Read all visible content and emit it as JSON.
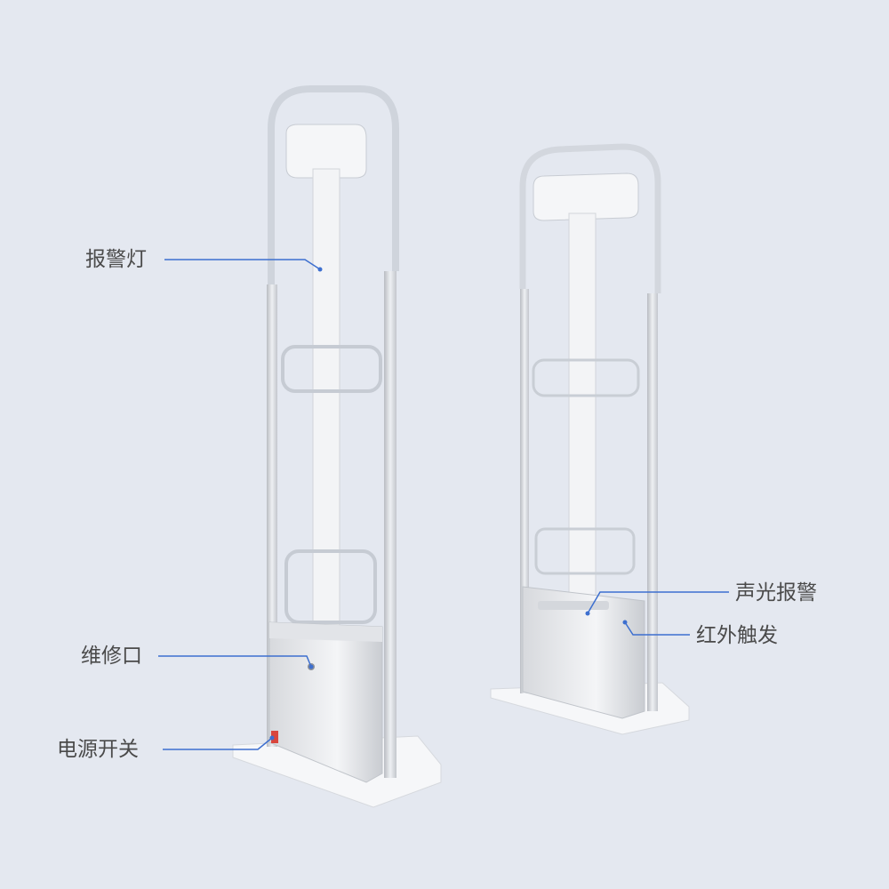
{
  "labels": {
    "alarm_light": "报警灯",
    "maintenance_port": "维修口",
    "power_switch": "电源开关",
    "sound_light_alarm": "声光报警",
    "infrared_trigger": "红外触发"
  },
  "colors": {
    "background": "#e4e8f0",
    "callout_line": "#3d6fcf",
    "label_text": "#4a4a4a"
  }
}
